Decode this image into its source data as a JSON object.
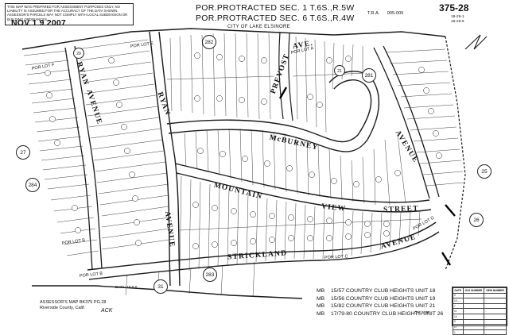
{
  "disclaimer": "THIS MAP WAS PREPARED FOR ASSESSMENT PURPOSES ONLY. NO LIABILITY IS ASSUMED FOR THE ACCURACY OF THE DATA SHOWN. ASSESSOR'S PARCELS MAY NOT COMPLY WITH LOCAL SUBDIVISION OR BUILDING ORDINANCES.",
  "date_stamp": "NOV 1 9 2007",
  "header": {
    "line1": "POR.PROTRACTED SEC. 1 T.6S.,R.5W",
    "line2": "POR.PROTRACTED SEC. 6 T.6S.,R.4W",
    "city": "CITY OF LAKE ELSINORE"
  },
  "tra": {
    "label": "T.R.A.",
    "value": "005-005"
  },
  "book_page": "375-28",
  "sub_refs": [
    "18-29-1",
    "18-29-5"
  ],
  "streets": {
    "ryan_upper": "RYAN",
    "ryan_mid": "RYAN",
    "avenue_upper": "AVENUE",
    "avenue_lower": "AVENUE",
    "prevost": "PREVOST",
    "prevost_ave": "AVE.",
    "mcburney": "McBURNEY",
    "avenue_east": "AVENUE",
    "mountain": "MOUNTAIN",
    "view": "VIEW",
    "street": "STREET",
    "strickland": "STRICKLAND",
    "avenue_south": "AVENUE"
  },
  "lot_labels": [
    "POR LOT F",
    "POR LOT A",
    "POR LOT B",
    "POR LOT B",
    "POR LOT C",
    "POR LOT E",
    "POR LOT G"
  ],
  "page_circles": [
    "27",
    "282",
    "281",
    "284",
    "283",
    "25",
    "26",
    "31",
    "21",
    "29"
  ],
  "assessor": {
    "line1": "ASSESSOR'S MAP BK375 PG.28",
    "line2": "Riverside County, Calif.",
    "ack": "ACK"
  },
  "data_note": "DATA: 18-8-6",
  "maps": [
    {
      "mb": "MB",
      "ref": "15/57",
      "name": "COUNTRY CLUB HEIGHTS UNIT 18"
    },
    {
      "mb": "MB",
      "ref": "15/56",
      "name": "COUNTRY CLUB HEIGHTS UNIT 19"
    },
    {
      "mb": "MB",
      "ref": "15/82",
      "name": "COUNTRY CLUB HEIGHTS UNIT 21"
    },
    {
      "mb": "MB",
      "ref": "17/79-80",
      "name": "COUNTRY CLUB HEIGHTS UNIT 26"
    }
  ],
  "date_printed": "Oct 2007",
  "history_headers": [
    "DATE",
    "OLD NUMBER",
    "NEW NUMBER"
  ],
  "history_rows": [
    [
      "0",
      "-",
      "-"
    ],
    [
      "10-...",
      "-",
      "-"
    ],
    [
      "7",
      "-",
      "-"
    ],
    [
      "11",
      "-",
      "-"
    ],
    [
      "14",
      "-",
      "-"
    ],
    [
      "9",
      "-",
      "-"
    ],
    [
      "17",
      "-",
      "-"
    ],
    [
      "1",
      "-",
      "-"
    ]
  ],
  "colors": {
    "ink": "#111111",
    "paper": "#ffffff"
  }
}
